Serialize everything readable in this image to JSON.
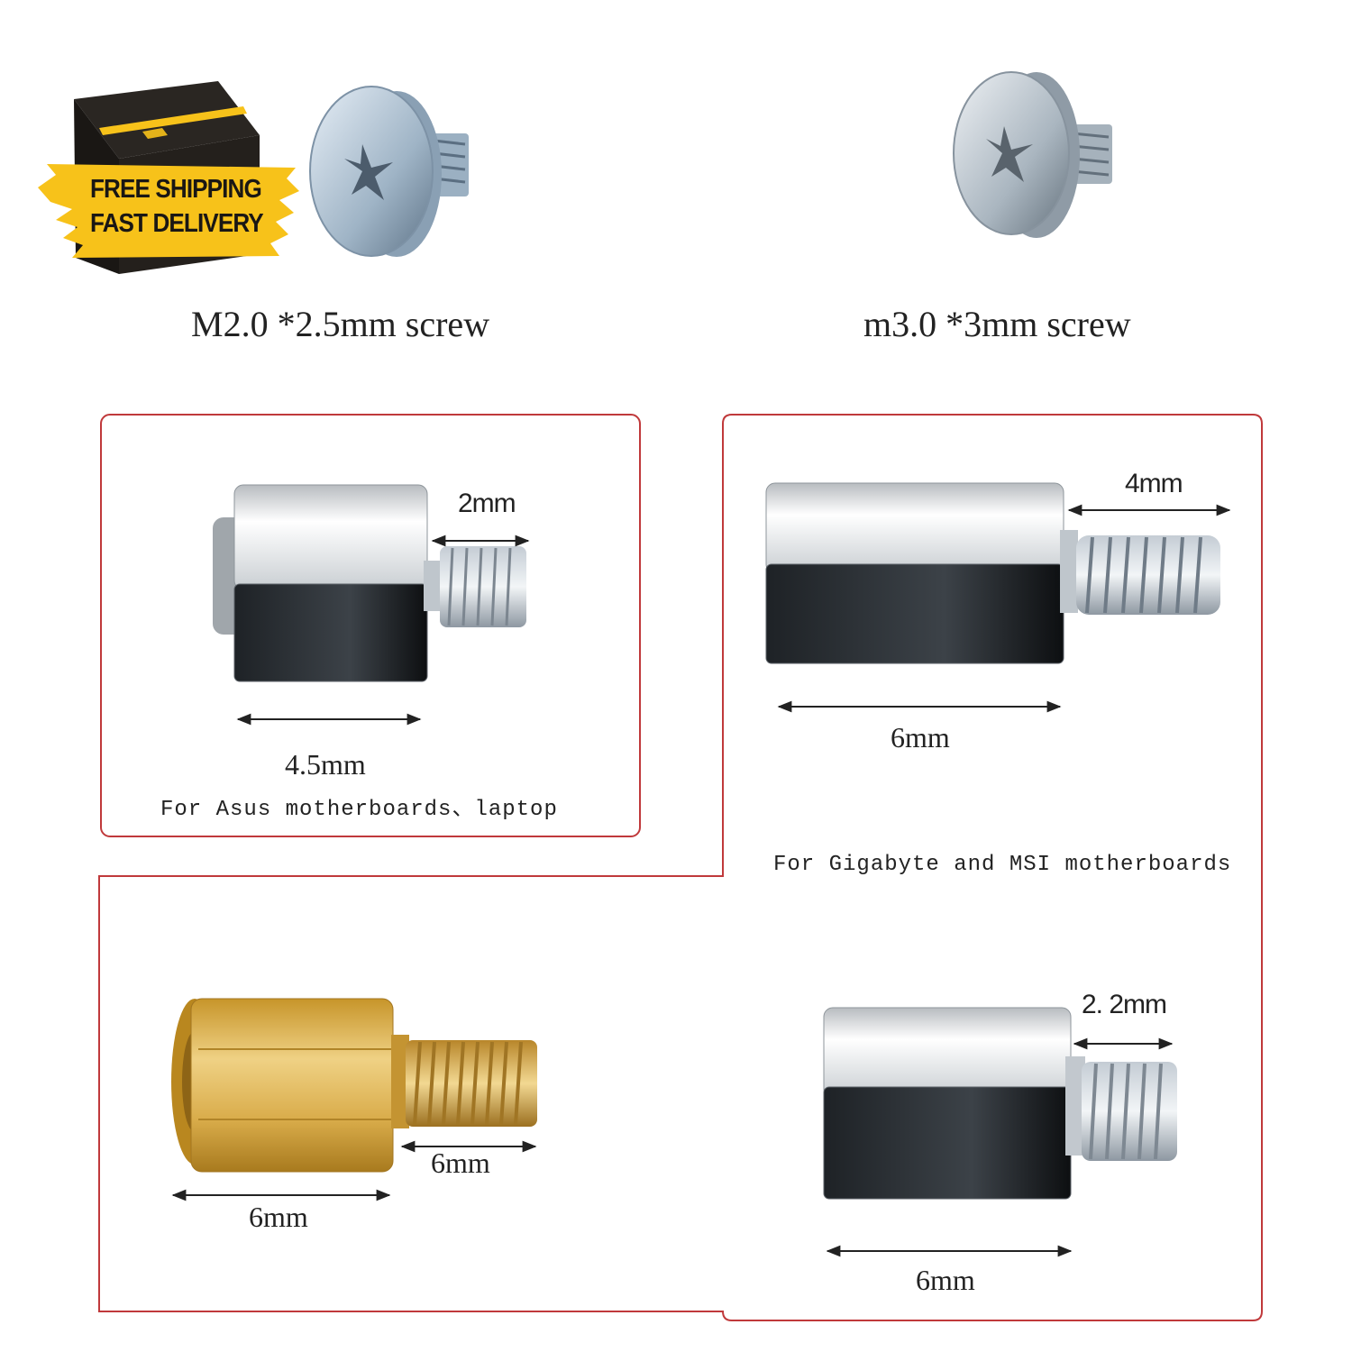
{
  "badge": {
    "line1": "FREE SHIPPING",
    "line2": "FAST DELIVERY"
  },
  "screws": [
    {
      "label": "M2.0 *2.5mm screw"
    },
    {
      "label": "m3.0 *3mm screw"
    }
  ],
  "standoffs": {
    "asus": {
      "thread_length": "2mm",
      "body_length": "4.5mm",
      "usage": "For Asus motherboards、laptop"
    },
    "gigabyte": {
      "thread_length": "4mm",
      "body_length": "6mm",
      "usage": "For Gigabyte and MSI motherboards"
    },
    "brass": {
      "thread_length": "6mm",
      "body_length": "6mm"
    },
    "silver": {
      "thread_length": "2. 2mm",
      "body_length": "6mm"
    }
  },
  "colors": {
    "frame": "#c0393b",
    "badge_yellow": "#f7c21a",
    "box": "#1e1b17"
  }
}
